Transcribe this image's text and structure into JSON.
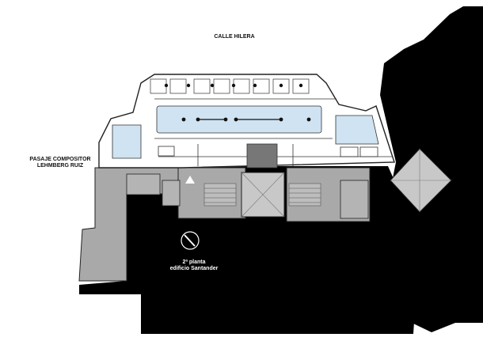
{
  "labels": {
    "street_top": "CALLE HILERA",
    "street_left_line1": "PASAJE COMPOSITOR",
    "street_left_line2": "LEHMBERG RUIZ",
    "floor_line1": "2ª planta",
    "floor_line2": "edificio Santander"
  },
  "colors": {
    "background": "#ffffff",
    "adjacent_building": "#000000",
    "service_core": "#a9a9a9",
    "light_well": "#c8c8c8",
    "office_area": "#ffffff",
    "meeting_area": "#cfe3f2",
    "walls": "#222222"
  }
}
